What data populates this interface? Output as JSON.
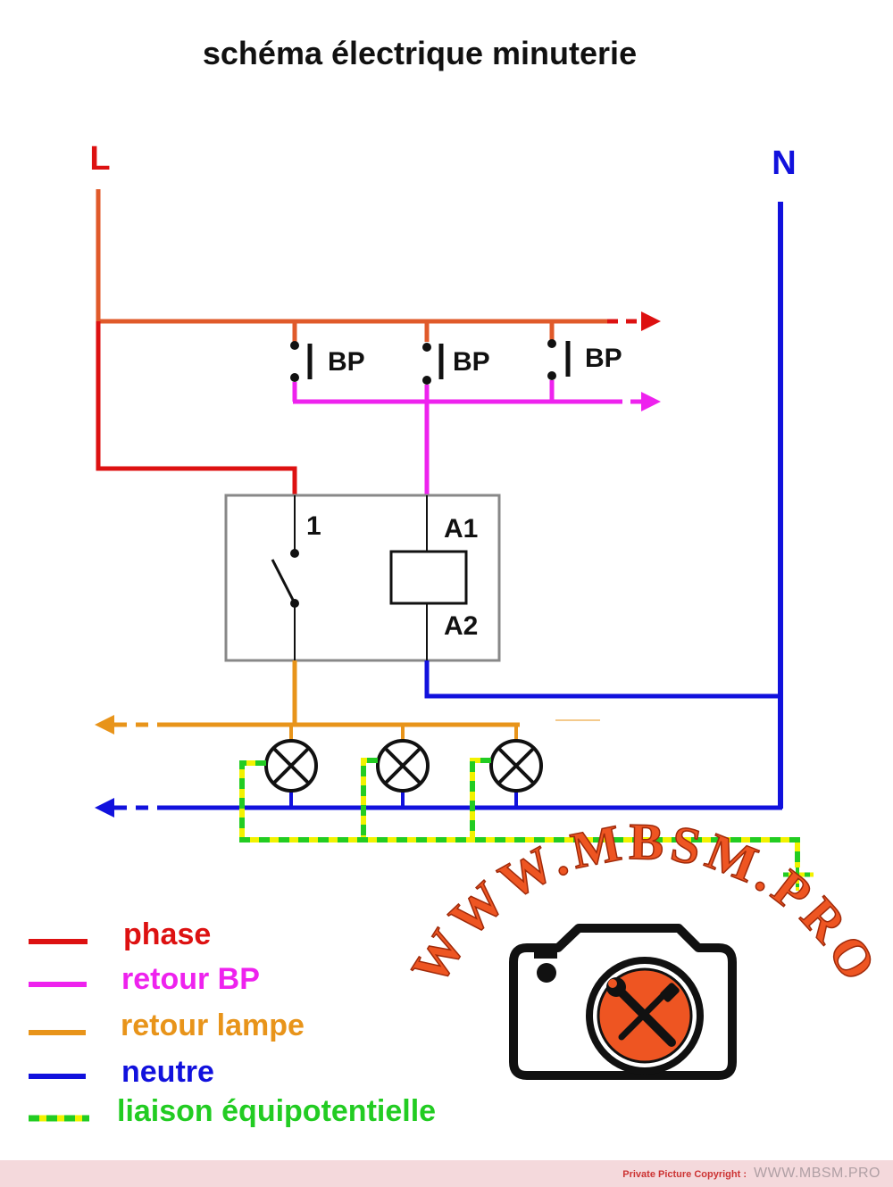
{
  "title": "schéma électrique minuterie",
  "terminals": {
    "line": "L",
    "neutral": "N"
  },
  "push_buttons": [
    "BP",
    "BP",
    "BP"
  ],
  "relay": {
    "switch_terminal": "1",
    "coil_top": "A1",
    "coil_bottom": "A2"
  },
  "legend": [
    {
      "label": "phase",
      "color": "#dd1111",
      "style": "solid"
    },
    {
      "label": "retour BP",
      "color": "#ee22ee",
      "style": "solid"
    },
    {
      "label": "retour lampe",
      "color": "#e8941a",
      "style": "solid"
    },
    {
      "label": "neutre",
      "color": "#1111dd",
      "style": "solid"
    },
    {
      "label": "liaison équipotentielle",
      "color": "#22cc22",
      "style": "dashed-yellow-green"
    }
  ],
  "colors": {
    "phase": "#dd1111",
    "phase_branch": "#e05a2a",
    "retour_bp": "#ee22ee",
    "retour_lampe": "#e8941a",
    "neutre": "#1111dd",
    "earth_green": "#22cc22",
    "earth_yellow": "#f2f200"
  },
  "watermark": {
    "text": "WWW.MBSM.PRO",
    "color": "#ee5522"
  },
  "footer": {
    "copyright": "Private Picture Copyright :",
    "site": "WWW.MBSM.PRO"
  }
}
